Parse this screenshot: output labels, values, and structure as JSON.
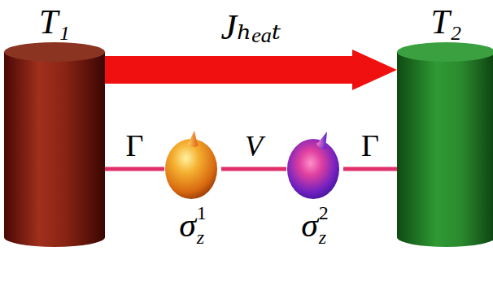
{
  "diagram": {
    "nodes": [
      {
        "text": [
          "T₁"
        ]
      },
      {
        "text": [
          "σ",
          "z",
          "1"
        ]
      },
      {
        "text": [
          "σ",
          "z",
          "2"
        ]
      },
      {
        "text": [
          "T₂"
        ]
      }
    ],
    "edges": [
      {
        "from": 0,
        "to": 3,
        "arrow": "to",
        "label": "Jₕₑₐₜ"
      },
      {
        "from": 0,
        "to": 1,
        "arrow": "none",
        "label": "Γ"
      },
      {
        "from": 1,
        "to": 2,
        "arrow": "none",
        "label": "V"
      },
      {
        "from": 2,
        "to": 3,
        "arrow": "none",
        "label": "Γ"
      }
    ]
  }
}
